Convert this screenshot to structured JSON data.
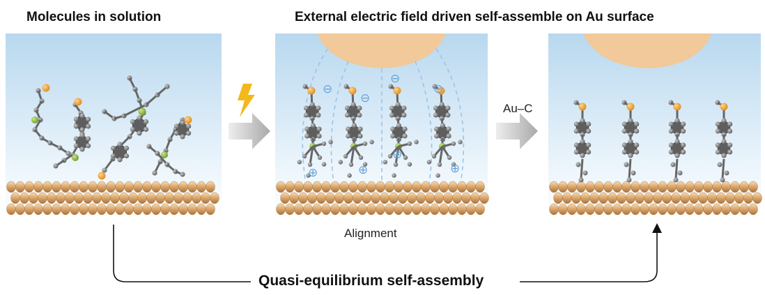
{
  "titles": {
    "left": "Molecules in solution",
    "center": "External electric field driven self-assemble on Au surface"
  },
  "labels": {
    "alignment": "Alignment",
    "bond": "Au–C",
    "bottom": "Quasi-equilibrium self-assembly"
  },
  "charges": {
    "negative": "⊖",
    "positive": "⊕"
  },
  "colors": {
    "gold_rod": "#d9a46a",
    "electrode": "#f1c99a",
    "carbon": "#6b6b6b",
    "sulfur": "#f0a43a",
    "silicon": "#8dbb3c",
    "field_line": "#9cc4e4",
    "bolt": "#f5b81a"
  }
}
